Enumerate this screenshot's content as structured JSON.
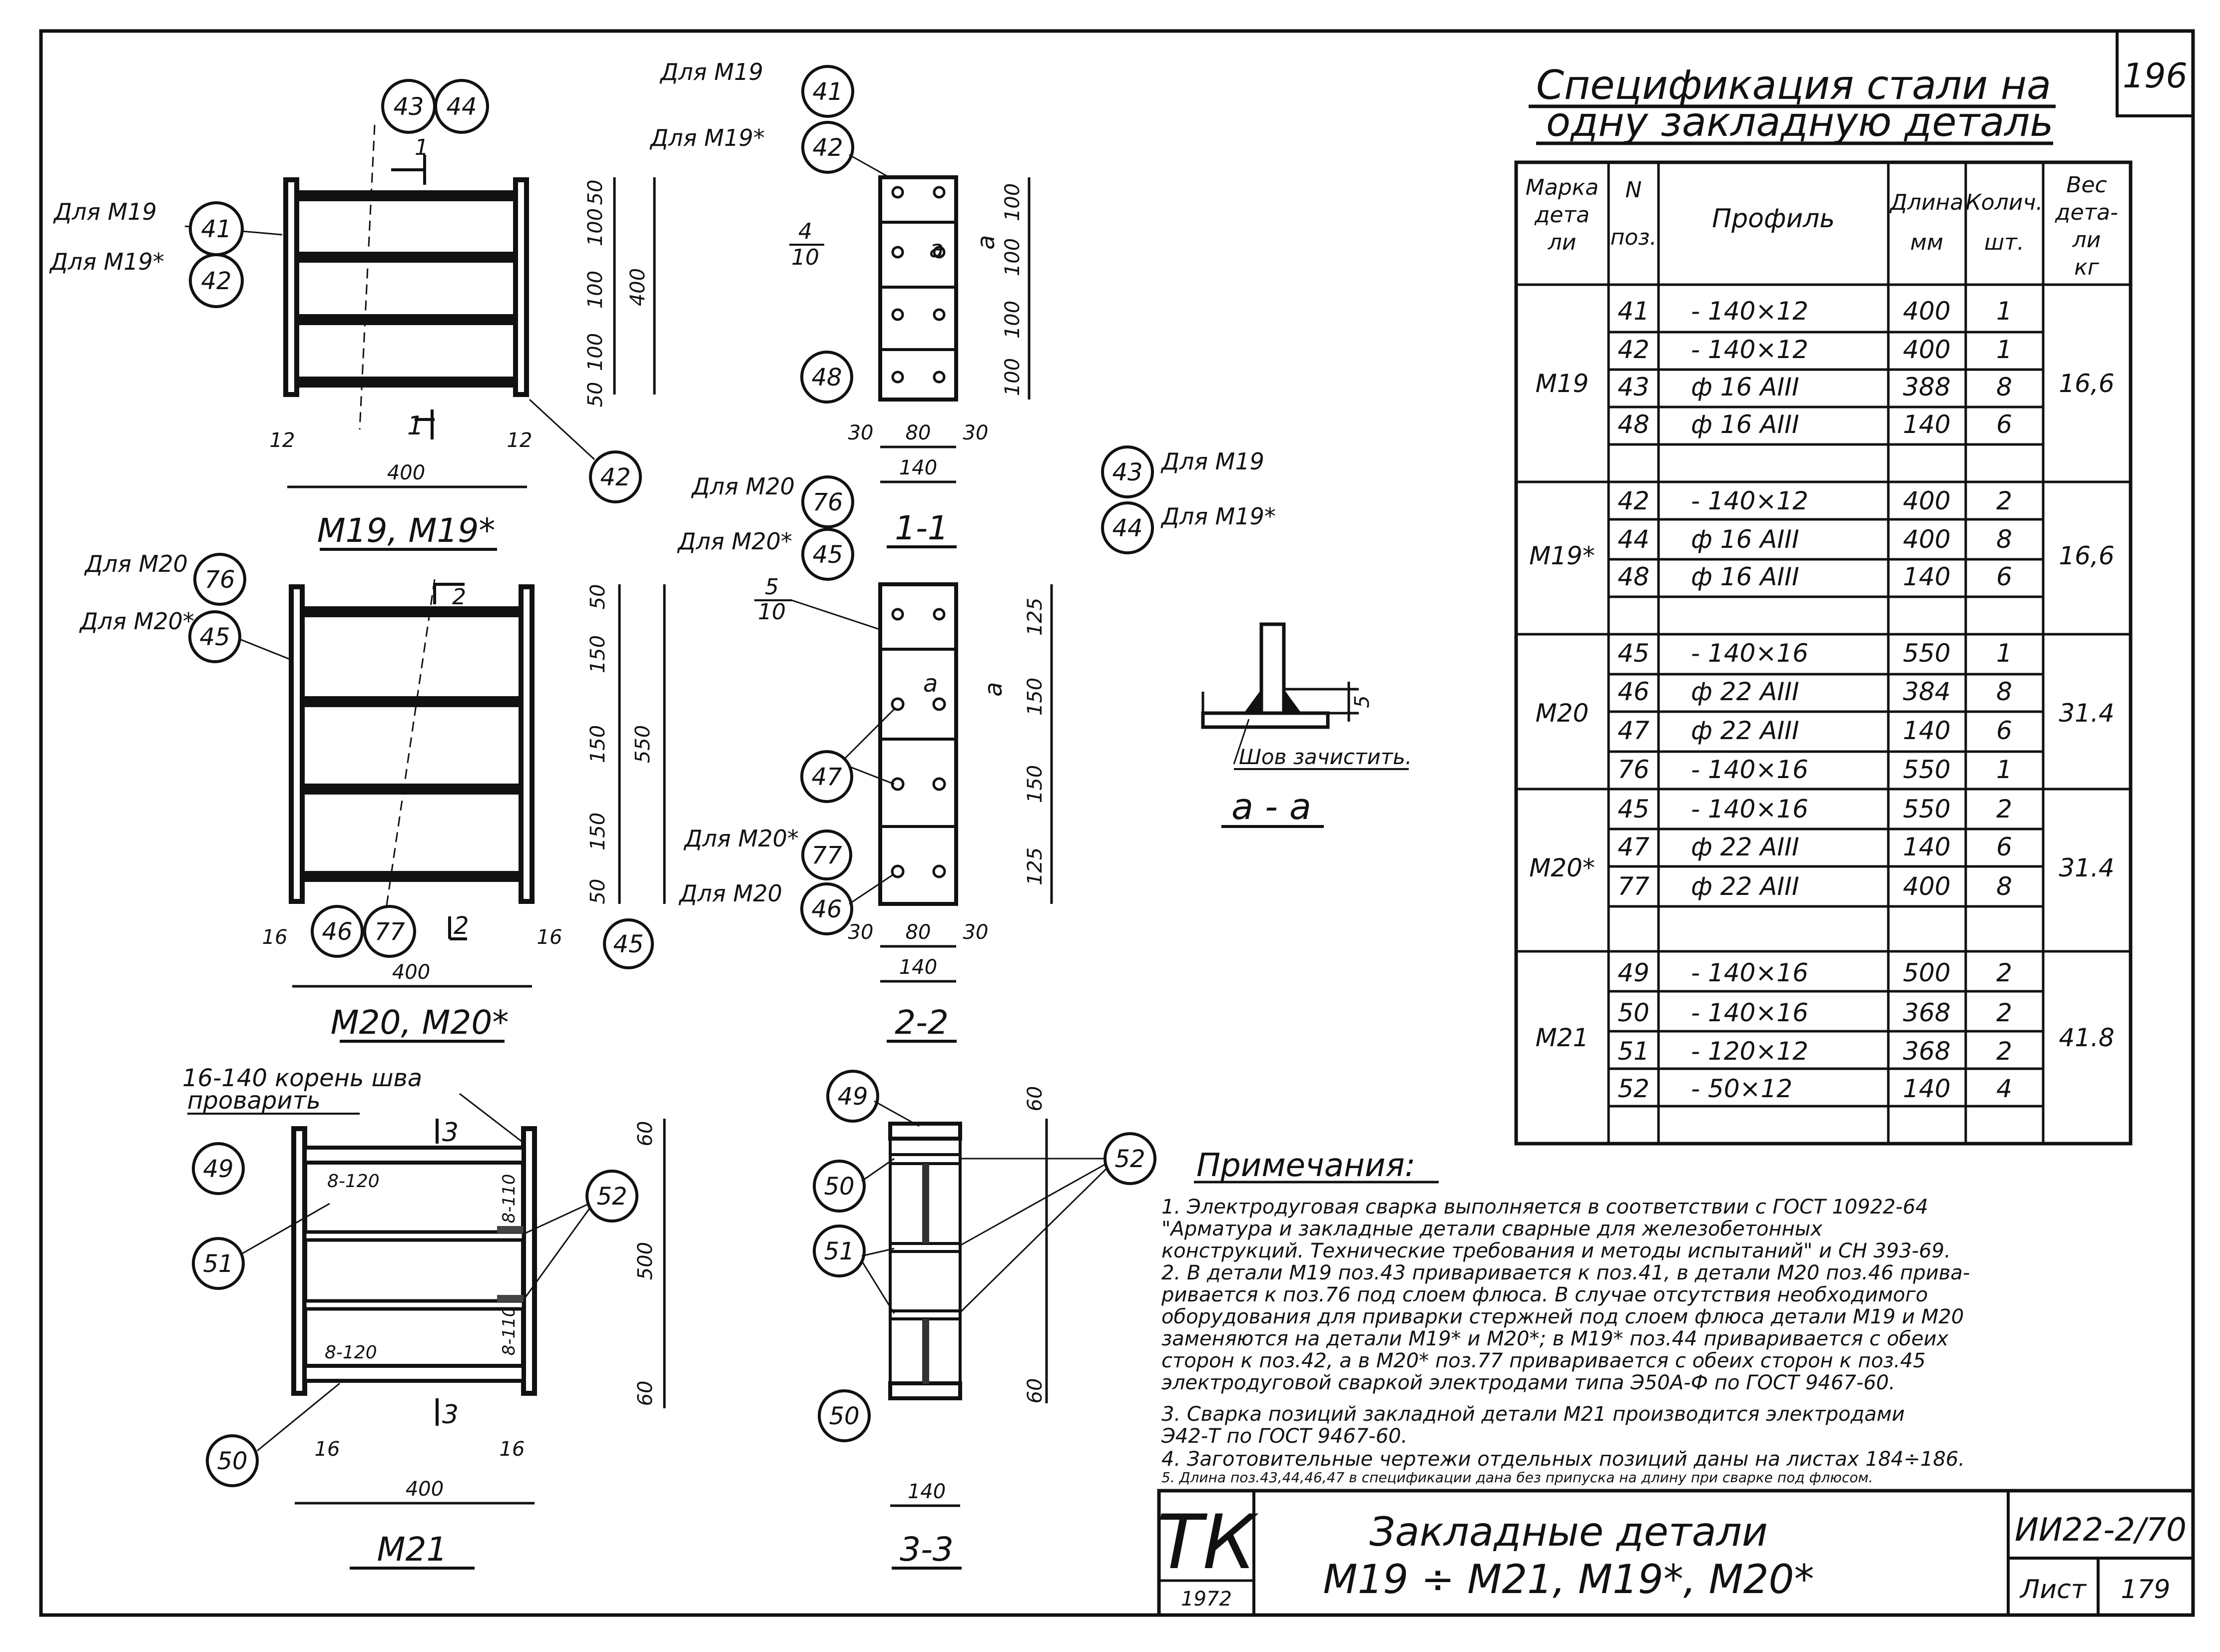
{
  "sheet_number": "196",
  "spec": {
    "title_line1": "Спецификация стали на",
    "title_line2": "одну закладную деталь",
    "headers": [
      "Марка дета ли",
      "N поз.",
      "Профиль",
      "Длина мм",
      "Колич. шт.",
      "Вес дета- ли кг"
    ],
    "groups": [
      {
        "mark": "М19",
        "weight": "16,6",
        "rows": [
          [
            "41",
            "- 140×12",
            "400",
            "1"
          ],
          [
            "42",
            "- 140×12",
            "400",
            "1"
          ],
          [
            "43",
            "ф 16 АIII",
            "388",
            "8"
          ],
          [
            "48",
            "ф 16 АIII",
            "140",
            "6"
          ]
        ]
      },
      {
        "mark": "М19*",
        "weight": "16,6",
        "rows": [
          [
            "42",
            "- 140×12",
            "400",
            "2"
          ],
          [
            "44",
            "ф 16 АIII",
            "400",
            "8"
          ],
          [
            "48",
            "ф 16 АIII",
            "140",
            "6"
          ]
        ]
      },
      {
        "mark": "М20",
        "weight": "31.4",
        "rows": [
          [
            "45",
            "- 140×16",
            "550",
            "1"
          ],
          [
            "46",
            "ф 22 АIII",
            "384",
            "8"
          ],
          [
            "47",
            "ф 22 АIII",
            "140",
            "6"
          ],
          [
            "76",
            "- 140×16",
            "550",
            "1"
          ]
        ]
      },
      {
        "mark": "М20*",
        "weight": "31.4",
        "rows": [
          [
            "45",
            "- 140×16",
            "550",
            "2"
          ],
          [
            "47",
            "ф 22 АIII",
            "140",
            "6"
          ],
          [
            "77",
            "ф 22 АIII",
            "400",
            "8"
          ]
        ]
      },
      {
        "mark": "М21",
        "weight": "41.8",
        "rows": [
          [
            "49",
            "- 140×16",
            "500",
            "2"
          ],
          [
            "50",
            "- 140×16",
            "368",
            "2"
          ],
          [
            "51",
            "- 120×12",
            "368",
            "2"
          ],
          [
            "52",
            "- 50×12",
            "140",
            "4"
          ]
        ]
      }
    ]
  },
  "notes": {
    "title": "Примечания:",
    "lines": [
      "1. Электродуговая сварка выполняется в соответствии с ГОСТ 10922-64",
      "\"Арматура и закладные детали сварные для железобетонных",
      "конструкций. Технические требования и методы испытаний\" и СН 393-69.",
      "2. В детали М19 поз.43 приваривается к поз.41, в детали М20 поз.46 прива-",
      "ривается к поз.76 под слоем флюса. В случае отсутствия необходимого",
      "оборудования для приварки стержней под слоем флюса детали М19 и М20",
      "заменяются на детали М19* и М20*; в М19* поз.44 приваривается с обеих",
      "сторон к поз.42, а в М20* поз.77 приваривается с обеих сторон к поз.45",
      "электродуговой сваркой электродами типа Э50А-Ф по ГОСТ 9467-60.",
      "3. Сварка позиций закладной детали М21 производится электродами",
      "Э42-Т по ГОСТ 9467-60.",
      "4. Заготовительные чертежи отдельных позиций даны на листах 184÷186.",
      "5. Длина поз.43,44,46,47 в спецификации дана без припуска на длину при сварке под флюсом."
    ]
  },
  "title_block": {
    "org": "ТК",
    "year": "1972",
    "title_line1": "Закладные детали",
    "title_line2": "М19 ÷ М21, М19*, М20*",
    "code": "ИИ22-2/70",
    "sheet_label": "Лист",
    "sheet_no": "179"
  },
  "views": {
    "m19": {
      "caption": "М19, М19*",
      "label_m19": "Для М19",
      "label_m19s": "Для М19*",
      "dims": [
        "50",
        "100",
        "100",
        "100",
        "50",
        "400",
        "12",
        "400",
        "12"
      ],
      "section": "1"
    },
    "m20": {
      "caption": "М20, М20*",
      "label_m20": "Для М20",
      "label_m20s": "Для М20*",
      "dims": [
        "50",
        "150",
        "150",
        "150",
        "50",
        "550",
        "16",
        "400",
        "16"
      ],
      "section": "2"
    },
    "m21": {
      "caption": "М21",
      "weld_note_1": "16-140 корень шва",
      "weld_note_2": "проварить",
      "weld_a": "8-120",
      "weld_b": "8-110",
      "weld_c": "8-120",
      "weld_d": "8-110",
      "dims": [
        "60",
        "500",
        "60",
        "16",
        "400",
        "16"
      ],
      "section": "3"
    },
    "s11": {
      "caption": "1-1",
      "label_m19": "Для М19",
      "label_m19s": "Для М19*",
      "weld": "4/10",
      "weld_top": "4",
      "weld_bot": "10",
      "dims": [
        "100",
        "100",
        "100",
        "100",
        "30",
        "80",
        "30",
        "140"
      ],
      "mark_a": "a"
    },
    "s22": {
      "caption": "2-2",
      "label_m20": "Для М20",
      "label_m20s": "Для М20*",
      "weld_top": "5",
      "weld_bot": "10",
      "dims": [
        "125",
        "150",
        "150",
        "125",
        "30",
        "80",
        "30",
        "140"
      ],
      "mark_a": "a"
    },
    "s33": {
      "caption": "3-3",
      "dims": [
        "60",
        "60",
        "140"
      ]
    },
    "aa": {
      "caption": "а - а",
      "note": "Шов зачистить.",
      "dim": "5"
    },
    "side_labels": {
      "l43": "Для М19",
      "l44": "Для М19*"
    }
  }
}
